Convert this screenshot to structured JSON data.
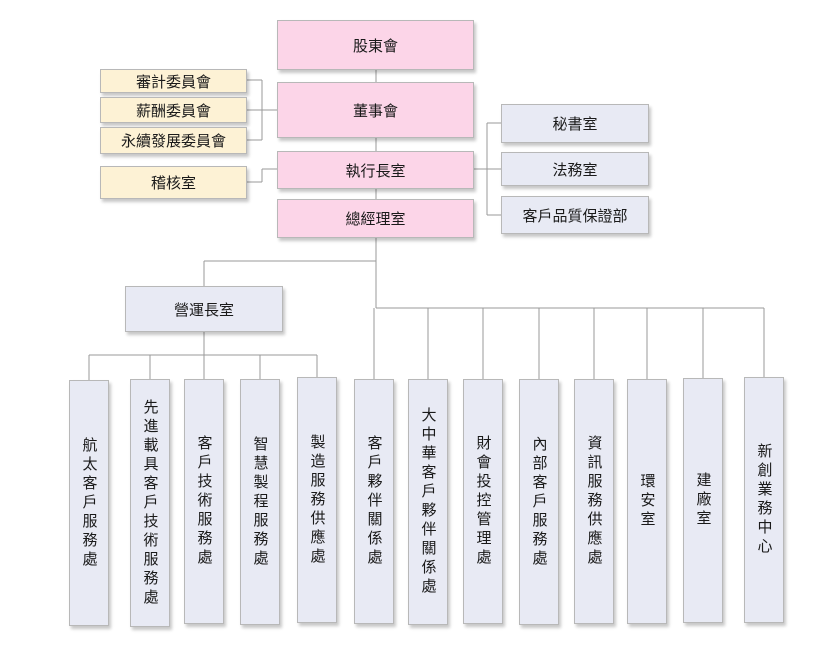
{
  "colors": {
    "top_level": "#fcd5e8",
    "office": "#e8eaf4",
    "committee": "#fdf2d5",
    "connector": "#9a9a9a"
  },
  "top": {
    "shareholders": "股東會",
    "board": "董事會",
    "ceo_office": "執行長室",
    "president": "總經理室"
  },
  "committees": {
    "audit": "審計委員會",
    "remuneration": "薪酬委員會",
    "sustainability": "永續發展委員會",
    "internal_audit": "稽核室"
  },
  "staff": {
    "secretary": "秘書室",
    "legal": "法務室",
    "quality": "客戶品質保證部"
  },
  "coo": "營運長室",
  "coo_units": [
    "航太客戶服務處",
    "先進載具客戶技術服務處",
    "客戶技術服務處",
    "智慧製程服務處",
    "製造服務供應處"
  ],
  "president_units": [
    "客戶夥伴關係處",
    "大中華客戶夥伴關係處",
    "財會投控管理處",
    "內部客戶服務處",
    "資訊服務供應處",
    "環安室",
    "建廠室",
    "新創業務中心"
  ]
}
